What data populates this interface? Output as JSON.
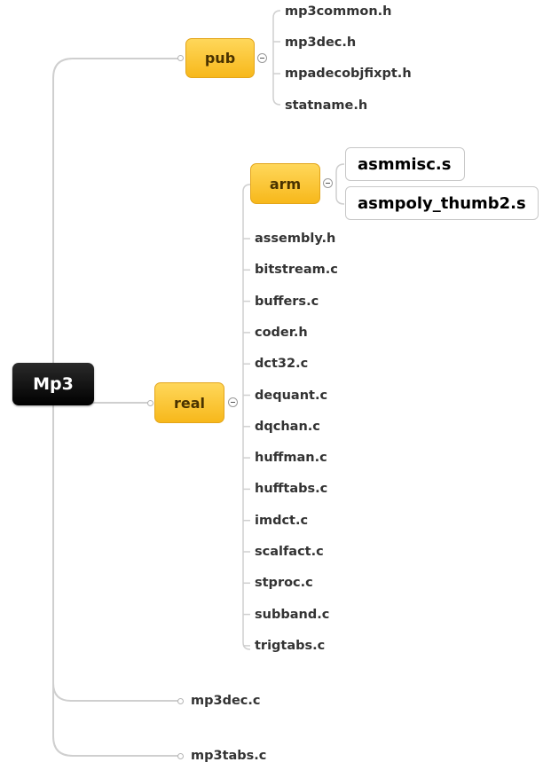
{
  "root": {
    "label": "Mp3"
  },
  "pub": {
    "label": "pub",
    "files": [
      "mp3common.h",
      "mp3dec.h",
      "mpadecobjfixpt.h",
      "statname.h"
    ]
  },
  "real": {
    "label": "real",
    "arm": {
      "label": "arm",
      "files": [
        "asmmisc.s",
        "asmpoly_thumb2.s"
      ]
    },
    "files": [
      "assembly.h",
      "bitstream.c",
      "buffers.c",
      "coder.h",
      "dct32.c",
      "dequant.c",
      "dqchan.c",
      "huffman.c",
      "hufftabs.c",
      "imdct.c",
      "scalfact.c",
      "stproc.c",
      "subband.c",
      "trigtabs.c"
    ]
  },
  "root_files": [
    "mp3dec.c",
    "mp3tabs.c"
  ],
  "colors": {
    "root_fill": "#000000",
    "folder_fill": "#f7b81b",
    "connector": "#c8c8c8"
  }
}
